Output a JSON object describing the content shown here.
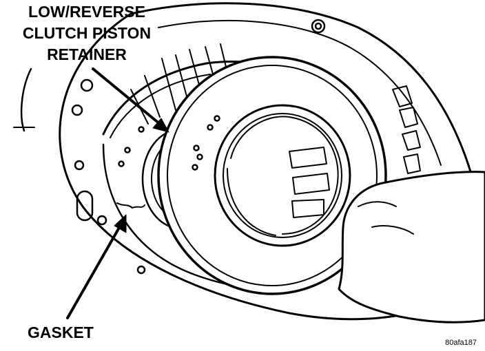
{
  "labels": {
    "retainer_line1": "LOW/REVERSE",
    "retainer_line2": "CLUTCH PISTON",
    "retainer_line3": "RETAINER",
    "gasket": "GASKET"
  },
  "figure_code": "80afa187",
  "colors": {
    "ink": "#000000",
    "paper": "#ffffff"
  }
}
